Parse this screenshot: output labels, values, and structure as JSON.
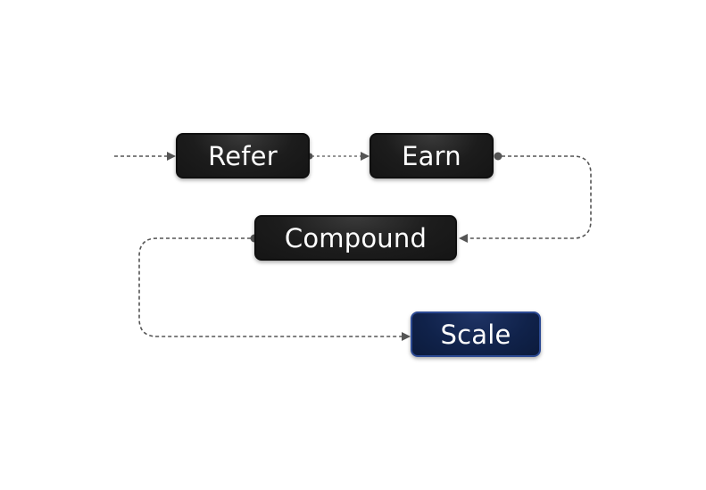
{
  "diagram": {
    "nodes": [
      {
        "id": "refer",
        "label": "Refer"
      },
      {
        "id": "earn",
        "label": "Earn"
      },
      {
        "id": "compound",
        "label": "Compound"
      },
      {
        "id": "scale",
        "label": "Scale"
      }
    ],
    "edges": [
      {
        "from": "start",
        "to": "refer"
      },
      {
        "from": "refer",
        "to": "earn"
      },
      {
        "from": "earn",
        "to": "compound"
      },
      {
        "from": "compound",
        "to": "scale"
      }
    ],
    "colors": {
      "node_fill": "#1c1c1c",
      "accent_fill": "#10224a",
      "accent_border": "#2c4a93",
      "edge": "#555555",
      "text": "#ffffff"
    }
  }
}
